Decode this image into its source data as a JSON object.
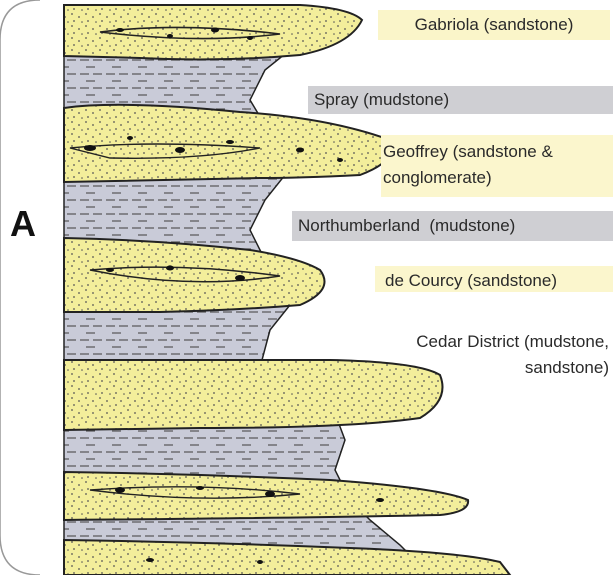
{
  "panel": {
    "letter": "A"
  },
  "formations": [
    {
      "name": "Gabriola (sandstone)",
      "type": "sandstone"
    },
    {
      "name": "Spray (mudstone)",
      "type": "mudstone"
    },
    {
      "name": "Geoffrey (sandstone &",
      "name_line2": "conglomerate)",
      "type": "sandstone-conglomerate"
    },
    {
      "name": "Northumberland  (mudstone)",
      "type": "mudstone"
    },
    {
      "name": "de Courcy (sandstone)",
      "type": "sandstone"
    },
    {
      "name": "Cedar District (mudstone,",
      "name_line2": "sandstone)",
      "type": "mudstone-sandstone"
    }
  ],
  "colors": {
    "sandstone": "#f3ee9b",
    "mudstone": "#c9cbd8",
    "outline": "#222222",
    "label_sand_band": "#fbf6cd",
    "label_mud_band": "#cfcfd3"
  },
  "icons": {
    "sandstone_pattern": "stipple-dots",
    "mudstone_pattern": "dashes",
    "conglomerate_pattern": "pebble-blobs"
  }
}
